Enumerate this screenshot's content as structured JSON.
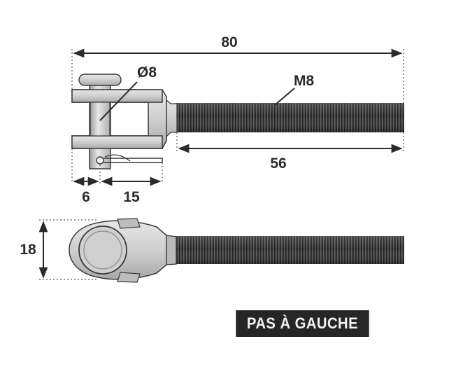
{
  "dimensions": {
    "overall_length": "80",
    "pin_diameter": "Ø8",
    "thread_size": "M8",
    "thread_length": "56",
    "pin_offset": "6",
    "fork_depth": "15",
    "fork_width": "18"
  },
  "tag": {
    "label": "PAS À GAUCHE"
  },
  "colors": {
    "metal": "#c8c8c8",
    "thread": "#3a3a3a",
    "line": "#2b2b2b",
    "tag_bg": "#262626",
    "tag_text": "#f2f2f2"
  }
}
